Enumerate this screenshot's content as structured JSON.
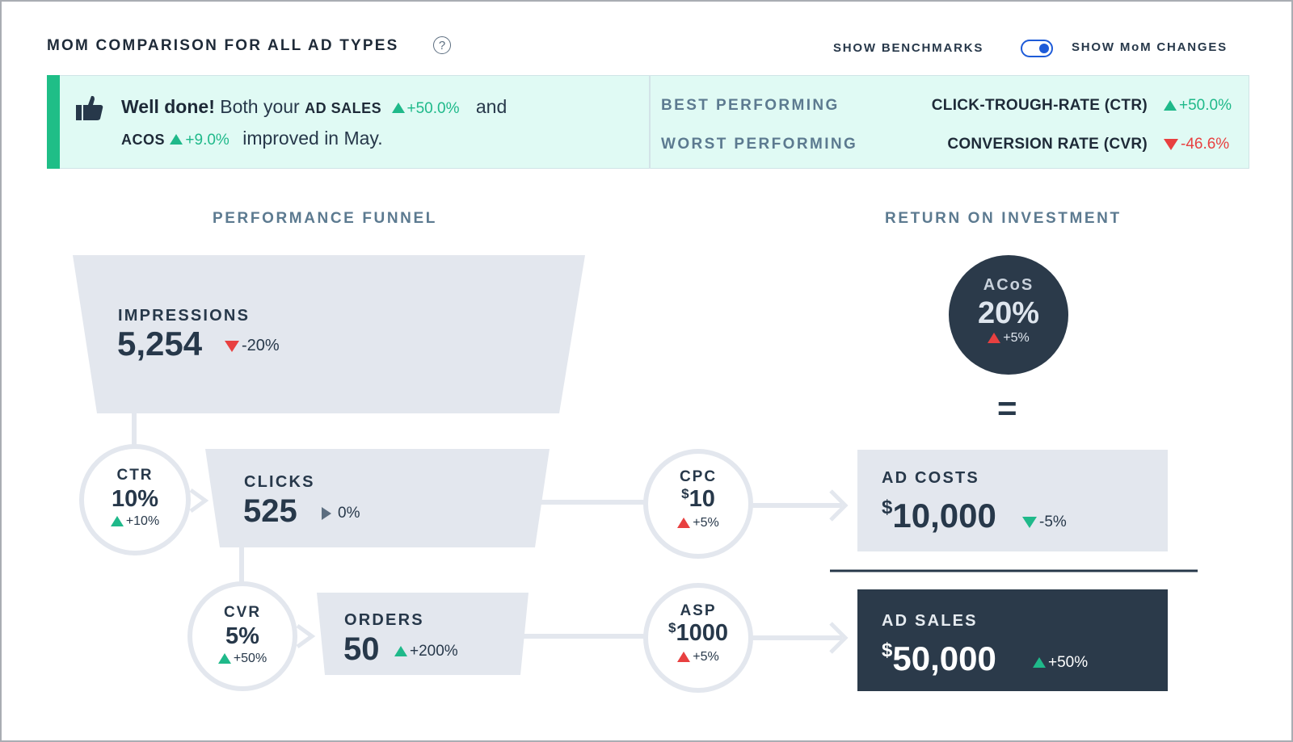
{
  "header": {
    "title": "MOM COMPARISON FOR ALL AD TYPES",
    "help_icon": "question-circle-icon",
    "show_benchmarks_label": "SHOW BENCHMARKS",
    "show_mom_label": "SHOW MoM CHANGES",
    "toggle_state": "on"
  },
  "banner": {
    "icon": "thumbs-up-icon",
    "well_done": "Well done!",
    "both_your": "Both your",
    "ad_sales_label": "AD SALES",
    "ad_sales_change": "+50.0%",
    "and": "and",
    "acos_label": "ACOS",
    "acos_change": "+9.0%",
    "improved": "improved in May.",
    "best_label": "BEST PERFORMING",
    "best_metric": "CLICK-TROUGH-RATE (CTR)",
    "best_change": "+50.0%",
    "worst_label": "WORST PERFORMING",
    "worst_metric": "CONVERSION RATE (CVR)",
    "worst_change": "-46.6%"
  },
  "funnel": {
    "section_title": "PERFORMANCE FUNNEL",
    "impressions": {
      "label": "IMPRESSIONS",
      "value": "5,254",
      "change": "-20%"
    },
    "ctr": {
      "label": "CTR",
      "value": "10%",
      "change": "+10%"
    },
    "clicks": {
      "label": "CLICKS",
      "value": "525",
      "change": "0%"
    },
    "cvr": {
      "label": "CVR",
      "value": "5%",
      "change": "+50%"
    },
    "orders": {
      "label": "ORDERS",
      "value": "50",
      "change": "+200%"
    },
    "cpc": {
      "label": "CPC",
      "currency": "$",
      "value": "10",
      "change": "+5%"
    },
    "asp": {
      "label": "ASP",
      "currency": "$",
      "value": "1000",
      "change": "+5%"
    }
  },
  "roi": {
    "section_title": "RETURN ON INVESTMENT",
    "acos": {
      "label": "ACoS",
      "value": "20%",
      "change": "+5%"
    },
    "equals": "=",
    "ad_costs": {
      "label": "AD COSTS",
      "currency": "$",
      "value": "10,000",
      "change": "-5%"
    },
    "ad_sales": {
      "label": "AD SALES",
      "currency": "$",
      "value": "50,000",
      "change": "+50%"
    }
  },
  "colors": {
    "positive": "#1fb98a",
    "negative": "#e84040",
    "dark": "#2b3a4a",
    "panel": "#e3e7ee",
    "banner_bg": "#e0faf4",
    "toggle": "#1e5bd8"
  }
}
